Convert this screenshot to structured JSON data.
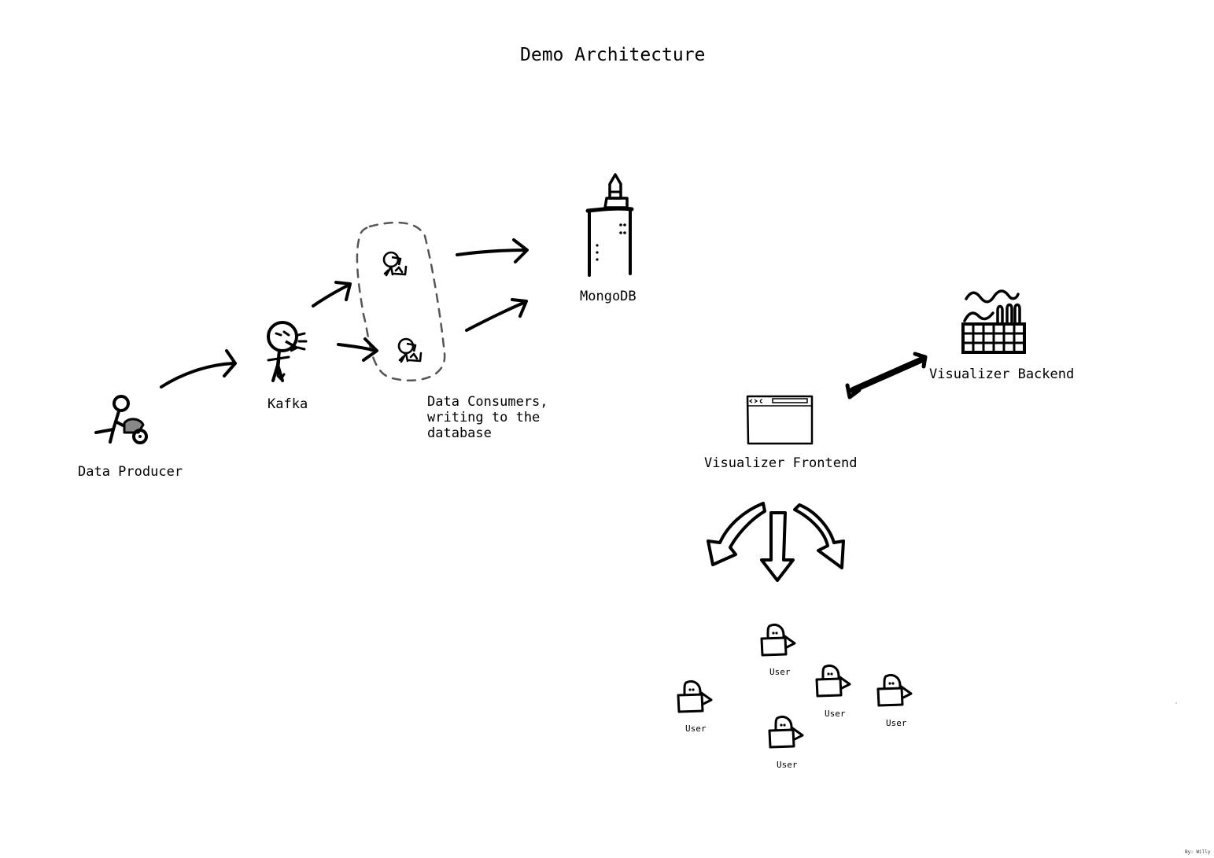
{
  "diagram": {
    "title": "Demo Architecture",
    "nodes": {
      "producer": {
        "label": "Data Producer",
        "icon": "person-wheelbarrow-icon"
      },
      "kafka": {
        "label": "Kafka",
        "icon": "person-speaking-icon"
      },
      "consumers": {
        "label_lines": [
          "Data Consumers,",
          "writing to the",
          "database"
        ],
        "icon": "person-writing-icon",
        "count": 2
      },
      "mongodb": {
        "label": "MongoDB",
        "icon": "tower-database-icon"
      },
      "backend": {
        "label": "Visualizer Backend",
        "icon": "factory-icon"
      },
      "frontend": {
        "label": "Visualizer Frontend",
        "icon": "browser-window-icon"
      },
      "users": [
        {
          "label": "User"
        },
        {
          "label": "User"
        },
        {
          "label": "User"
        },
        {
          "label": "User"
        },
        {
          "label": "User"
        }
      ]
    },
    "edges": [
      {
        "from": "Data Producer",
        "to": "Kafka"
      },
      {
        "from": "Kafka",
        "to": "Data Consumers, writing to the database"
      },
      {
        "from": "Data Consumers, writing to the database",
        "to": "MongoDB"
      },
      {
        "from": "Visualizer Frontend",
        "to": "Visualizer Backend",
        "bidirectional": true
      },
      {
        "from": "Visualizer Frontend",
        "to": "User"
      }
    ],
    "credit": "By: Willy",
    "colors": {
      "ink": "#000000",
      "group_border": "#555555",
      "background": "#ffffff"
    }
  }
}
